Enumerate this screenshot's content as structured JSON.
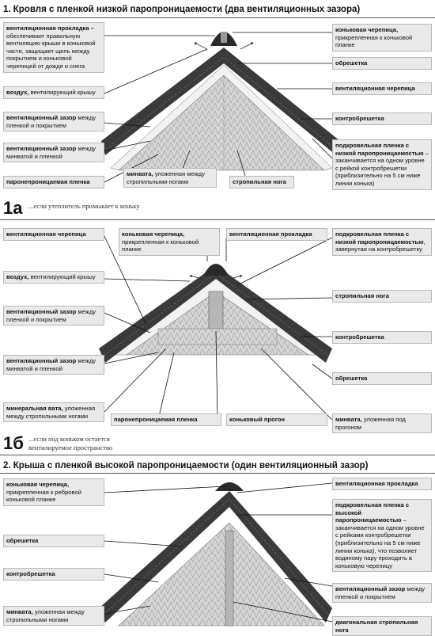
{
  "section1": {
    "title": "1. Кровля с пленкой низкой паропроницаемости (два вентиляционных зазора)",
    "labels": {
      "vent_pad_b": "вентиляционная прокладка –",
      "vent_pad_t": " обеспечивает правильную вентиляцию крыши в коньковой части, защищает щель между покрытием и коньковой черепицей от дождя и снега",
      "ridge_tile_b": "коньковая черепица,",
      "ridge_tile_t": " прикрепленная к коньковой планке",
      "air_b": "воздух,",
      "air_t": " вентилирующий крышу",
      "batten": "обрешетка",
      "vent_gap1_b": "вентиляционный зазор",
      "vent_gap1_t": " между пленкой и покрытием",
      "vent_tile": "вентиляционная черепица",
      "counter": "контробрешетка",
      "vent_gap2_b": "вентиляционный зазор",
      "vent_gap2_t": " между минватой и пленкой",
      "underlay_b": "подкровельная пленка с низкой паропроницаемостью",
      "underlay_t": " – заканчивается на одном уровне с рейкой контробрешетки (приблизительно на 5 см ниже линии конька)",
      "vapor": "паронепроницаемая пленка",
      "minwool_b": "минвата,",
      "minwool_t": " уложенная между стропильными ногами",
      "rafter": "стропильная нога"
    }
  },
  "section1a": {
    "num": "1а",
    "note": "...если утеплитель примыкает к коньку",
    "labels": {
      "vent_tile": "вентиляционная черепица",
      "ridge_tile_b": "коньковая черепица,",
      "ridge_tile_t": " прикрепленная к коньковой планке",
      "vent_pad": "вентиляционная прокладка",
      "underlay_b": "подкровельная пленка с низкой паропроницаемостью",
      "underlay_t": ", завернутая на контробрешетку",
      "air_b": "воздух,",
      "air_t": " вентилирующий крышу",
      "rafter": "стропильная нога",
      "vent_gap1_b": "вентиляционный зазор",
      "vent_gap1_t": " между пленкой и покрытием",
      "counter": "контробрешетка",
      "vent_gap2_b": "вентиляционный зазор",
      "vent_gap2_t": " между минватой и пленкой",
      "batten": "обрешетка",
      "mineral_b": "минеральная вата,",
      "mineral_t": " уложенная между стропильными ногами",
      "vapor": "паронепроницаемая пленка",
      "purlin": "коньковый прогон",
      "minwool_b": "минвата,",
      "minwool_t": " уложенная под прогоном"
    }
  },
  "section1b": {
    "num": "1б",
    "note1": "...если под коньком остается",
    "note2": "вентилируемое пространство"
  },
  "section2": {
    "title": "2. Крыша с пленкой высокой паропроницаемости (один вентиляционный зазор)",
    "labels": {
      "ridge_tile_b": "коньковая черепица,",
      "ridge_tile_t": " прикрепленная к ребровой коньковой планке",
      "vent_pad": "вентиляционная прокладка",
      "underlay_b": "подкровельная пленка с высокой паропроницаемостью",
      "underlay_t": " – заканчивается на одном уровне с рейками контробрешетки (приблизительно на 5 см ниже линии конька), что позволяет водяному пару проходить в коньковую черепицу",
      "batten": "обрешетка",
      "counter": "контробрешетка",
      "vent_gap_b": "вентиляционный зазор",
      "vent_gap_t": " между пленкой и покрытием",
      "minwool_b": "минвата,",
      "minwool_t": " уложенная между стропильными ногами",
      "diag_rafter": "диагональная стропильная нога"
    }
  },
  "colors": {
    "label_bg": "#e9e9e9",
    "roof_dark": "#3a3a3a",
    "insulation": "#cfcfcf",
    "line": "#111111"
  }
}
